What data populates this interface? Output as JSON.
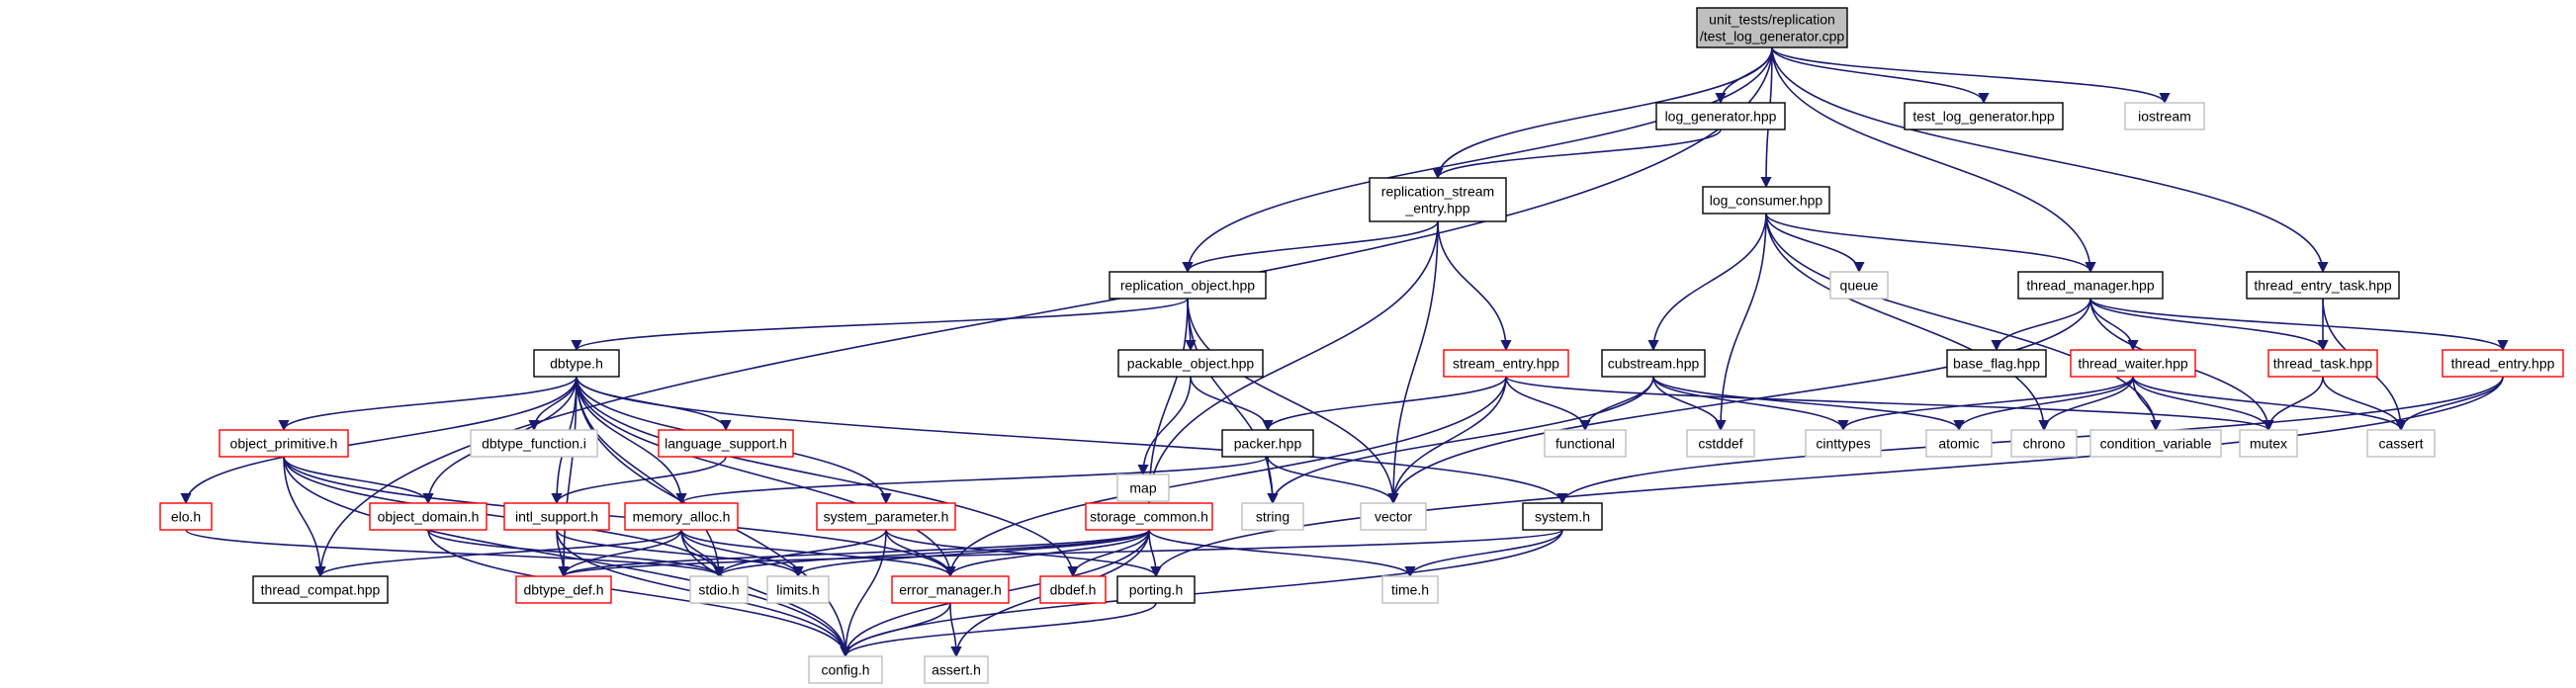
{
  "colors": {
    "edge": "#191970",
    "node_border_default": "#000000",
    "node_border_red": "#ff0000",
    "node_border_gray": "#bfbfbf",
    "node_fill_root": "#bfbfbf",
    "background": "#ffffff"
  },
  "nodes": [
    {
      "id": "root",
      "lines": [
        "unit_tests/replication",
        "/test_log_generator.cpp"
      ],
      "style": "root"
    },
    {
      "id": "log_generator_hpp",
      "lines": [
        "log_generator.hpp"
      ],
      "style": "black"
    },
    {
      "id": "test_log_generator_hpp",
      "lines": [
        "test_log_generator.hpp"
      ],
      "style": "black"
    },
    {
      "id": "iostream",
      "lines": [
        "iostream"
      ],
      "style": "gray"
    },
    {
      "id": "replication_stream_entry_hpp",
      "lines": [
        "replication_stream",
        "_entry.hpp"
      ],
      "style": "black"
    },
    {
      "id": "log_consumer_hpp",
      "lines": [
        "log_consumer.hpp"
      ],
      "style": "black"
    },
    {
      "id": "replication_object_hpp",
      "lines": [
        "replication_object.hpp"
      ],
      "style": "black"
    },
    {
      "id": "queue",
      "lines": [
        "queue"
      ],
      "style": "gray"
    },
    {
      "id": "thread_manager_hpp",
      "lines": [
        "thread_manager.hpp"
      ],
      "style": "black"
    },
    {
      "id": "thread_entry_task_hpp",
      "lines": [
        "thread_entry_task.hpp"
      ],
      "style": "black"
    },
    {
      "id": "dbtype_h",
      "lines": [
        "dbtype.h"
      ],
      "style": "black"
    },
    {
      "id": "packable_object_hpp",
      "lines": [
        "packable_object.hpp"
      ],
      "style": "black"
    },
    {
      "id": "stream_entry_hpp",
      "lines": [
        "stream_entry.hpp"
      ],
      "style": "red"
    },
    {
      "id": "cubstream_hpp",
      "lines": [
        "cubstream.hpp"
      ],
      "style": "black"
    },
    {
      "id": "base_flag_hpp",
      "lines": [
        "base_flag.hpp"
      ],
      "style": "black"
    },
    {
      "id": "thread_waiter_hpp",
      "lines": [
        "thread_waiter.hpp"
      ],
      "style": "red"
    },
    {
      "id": "thread_task_hpp",
      "lines": [
        "thread_task.hpp"
      ],
      "style": "red"
    },
    {
      "id": "thread_entry_hpp",
      "lines": [
        "thread_entry.hpp"
      ],
      "style": "red"
    },
    {
      "id": "object_primitive_h",
      "lines": [
        "object_primitive.h"
      ],
      "style": "red"
    },
    {
      "id": "dbtype_function_i",
      "lines": [
        "dbtype_function.i"
      ],
      "style": "gray"
    },
    {
      "id": "language_support_h",
      "lines": [
        "language_support.h"
      ],
      "style": "red"
    },
    {
      "id": "map",
      "lines": [
        "map"
      ],
      "style": "gray"
    },
    {
      "id": "packer_hpp",
      "lines": [
        "packer.hpp"
      ],
      "style": "black"
    },
    {
      "id": "functional",
      "lines": [
        "functional"
      ],
      "style": "gray"
    },
    {
      "id": "cstddef",
      "lines": [
        "cstddef"
      ],
      "style": "gray"
    },
    {
      "id": "cinttypes",
      "lines": [
        "cinttypes"
      ],
      "style": "gray"
    },
    {
      "id": "atomic",
      "lines": [
        "atomic"
      ],
      "style": "gray"
    },
    {
      "id": "chrono",
      "lines": [
        "chrono"
      ],
      "style": "gray"
    },
    {
      "id": "condition_variable",
      "lines": [
        "condition_variable"
      ],
      "style": "gray"
    },
    {
      "id": "mutex",
      "lines": [
        "mutex"
      ],
      "style": "gray"
    },
    {
      "id": "cassert",
      "lines": [
        "cassert"
      ],
      "style": "gray"
    },
    {
      "id": "elo_h",
      "lines": [
        "elo.h"
      ],
      "style": "red"
    },
    {
      "id": "object_domain_h",
      "lines": [
        "object_domain.h"
      ],
      "style": "red"
    },
    {
      "id": "intl_support_h",
      "lines": [
        "intl_support.h"
      ],
      "style": "red"
    },
    {
      "id": "memory_alloc_h",
      "lines": [
        "memory_alloc.h"
      ],
      "style": "red"
    },
    {
      "id": "system_parameter_h",
      "lines": [
        "system_parameter.h"
      ],
      "style": "red"
    },
    {
      "id": "storage_common_h",
      "lines": [
        "storage_common.h"
      ],
      "style": "red"
    },
    {
      "id": "string",
      "lines": [
        "string"
      ],
      "style": "gray"
    },
    {
      "id": "vector",
      "lines": [
        "vector"
      ],
      "style": "gray"
    },
    {
      "id": "system_h",
      "lines": [
        "system.h"
      ],
      "style": "black"
    },
    {
      "id": "thread_compat_hpp",
      "lines": [
        "thread_compat.hpp"
      ],
      "style": "black"
    },
    {
      "id": "dbtype_def_h",
      "lines": [
        "dbtype_def.h"
      ],
      "style": "red"
    },
    {
      "id": "stdio_h",
      "lines": [
        "stdio.h"
      ],
      "style": "gray"
    },
    {
      "id": "limits_h",
      "lines": [
        "limits.h"
      ],
      "style": "gray"
    },
    {
      "id": "error_manager_h",
      "lines": [
        "error_manager.h"
      ],
      "style": "red"
    },
    {
      "id": "dbdef_h",
      "lines": [
        "dbdef.h"
      ],
      "style": "red"
    },
    {
      "id": "porting_h",
      "lines": [
        "porting.h"
      ],
      "style": "black"
    },
    {
      "id": "time_h",
      "lines": [
        "time.h"
      ],
      "style": "gray"
    },
    {
      "id": "config_h",
      "lines": [
        "config.h"
      ],
      "style": "gray"
    },
    {
      "id": "assert_h",
      "lines": [
        "assert.h"
      ],
      "style": "gray"
    }
  ],
  "edges": [
    [
      "root",
      "log_generator_hpp"
    ],
    [
      "root",
      "test_log_generator_hpp"
    ],
    [
      "root",
      "iostream"
    ],
    [
      "root",
      "replication_stream_entry_hpp"
    ],
    [
      "root",
      "log_consumer_hpp"
    ],
    [
      "root",
      "replication_object_hpp"
    ],
    [
      "root",
      "thread_manager_hpp"
    ],
    [
      "root",
      "thread_entry_task_hpp"
    ],
    [
      "root",
      "thread_compat_hpp"
    ],
    [
      "log_generator_hpp",
      "replication_stream_entry_hpp"
    ],
    [
      "replication_stream_entry_hpp",
      "replication_object_hpp"
    ],
    [
      "replication_stream_entry_hpp",
      "stream_entry_hpp"
    ],
    [
      "replication_stream_entry_hpp",
      "storage_common_h"
    ],
    [
      "replication_stream_entry_hpp",
      "vector"
    ],
    [
      "log_consumer_hpp",
      "queue"
    ],
    [
      "log_consumer_hpp",
      "cubstream_hpp"
    ],
    [
      "log_consumer_hpp",
      "thread_manager_hpp"
    ],
    [
      "log_consumer_hpp",
      "cstddef"
    ],
    [
      "log_consumer_hpp",
      "chrono"
    ],
    [
      "log_consumer_hpp",
      "condition_variable"
    ],
    [
      "replication_object_hpp",
      "dbtype_h"
    ],
    [
      "replication_object_hpp",
      "packable_object_hpp"
    ],
    [
      "replication_object_hpp",
      "string"
    ],
    [
      "replication_object_hpp",
      "vector"
    ],
    [
      "replication_object_hpp",
      "storage_common_h"
    ],
    [
      "thread_manager_hpp",
      "base_flag_hpp"
    ],
    [
      "thread_manager_hpp",
      "thread_waiter_hpp"
    ],
    [
      "thread_manager_hpp",
      "thread_task_hpp"
    ],
    [
      "thread_manager_hpp",
      "thread_entry_hpp"
    ],
    [
      "thread_manager_hpp",
      "mutex"
    ],
    [
      "thread_manager_hpp",
      "vector"
    ],
    [
      "thread_entry_task_hpp",
      "thread_task_hpp"
    ],
    [
      "thread_entry_task_hpp",
      "cassert"
    ],
    [
      "dbtype_h",
      "object_primitive_h"
    ],
    [
      "dbtype_h",
      "dbtype_function_i"
    ],
    [
      "dbtype_h",
      "language_support_h"
    ],
    [
      "dbtype_h",
      "elo_h"
    ],
    [
      "dbtype_h",
      "object_domain_h"
    ],
    [
      "dbtype_h",
      "intl_support_h"
    ],
    [
      "dbtype_h",
      "memory_alloc_h"
    ],
    [
      "dbtype_h",
      "system_parameter_h"
    ],
    [
      "dbtype_h",
      "error_manager_h"
    ],
    [
      "dbtype_h",
      "dbdef_h"
    ],
    [
      "dbtype_h",
      "system_h"
    ],
    [
      "dbtype_h",
      "config_h"
    ],
    [
      "dbtype_h",
      "dbtype_def_h"
    ],
    [
      "dbtype_h",
      "stdio_h"
    ],
    [
      "packable_object_hpp",
      "map"
    ],
    [
      "packable_object_hpp",
      "packer_hpp"
    ],
    [
      "stream_entry_hpp",
      "packer_hpp"
    ],
    [
      "stream_entry_hpp",
      "functional"
    ],
    [
      "stream_entry_hpp",
      "vector"
    ],
    [
      "stream_entry_hpp",
      "mutex"
    ],
    [
      "stream_entry_hpp",
      "error_manager_h"
    ],
    [
      "cubstream_hpp",
      "functional"
    ],
    [
      "cubstream_hpp",
      "cstddef"
    ],
    [
      "cubstream_hpp",
      "cinttypes"
    ],
    [
      "cubstream_hpp",
      "atomic"
    ],
    [
      "cubstream_hpp",
      "string"
    ],
    [
      "thread_waiter_hpp",
      "atomic"
    ],
    [
      "thread_waiter_hpp",
      "chrono"
    ],
    [
      "thread_waiter_hpp",
      "condition_variable"
    ],
    [
      "thread_waiter_hpp",
      "mutex"
    ],
    [
      "thread_waiter_hpp",
      "cinttypes"
    ],
    [
      "thread_waiter_hpp",
      "cassert"
    ],
    [
      "thread_task_hpp",
      "mutex"
    ],
    [
      "thread_task_hpp",
      "cassert"
    ],
    [
      "thread_entry_hpp",
      "cassert"
    ],
    [
      "thread_entry_hpp",
      "system_h"
    ],
    [
      "thread_entry_hpp",
      "porting_h"
    ],
    [
      "object_primitive_h",
      "object_domain_h"
    ],
    [
      "object_primitive_h",
      "thread_compat_hpp"
    ],
    [
      "object_primitive_h",
      "error_manager_h"
    ],
    [
      "object_primitive_h",
      "stdio_h"
    ],
    [
      "object_primitive_h",
      "config_h"
    ],
    [
      "language_support_h",
      "intl_support_h"
    ],
    [
      "packer_hpp",
      "memory_alloc_h"
    ],
    [
      "packer_hpp",
      "string"
    ],
    [
      "packer_hpp",
      "vector"
    ],
    [
      "elo_h",
      "stdio_h"
    ],
    [
      "object_domain_h",
      "stdio_h"
    ],
    [
      "object_domain_h",
      "config_h"
    ],
    [
      "intl_support_h",
      "dbtype_def_h"
    ],
    [
      "intl_support_h",
      "config_h"
    ],
    [
      "intl_support_h",
      "limits_h"
    ],
    [
      "memory_alloc_h",
      "dbtype_def_h"
    ],
    [
      "memory_alloc_h",
      "stdio_h"
    ],
    [
      "memory_alloc_h",
      "limits_h"
    ],
    [
      "memory_alloc_h",
      "thread_compat_hpp"
    ],
    [
      "memory_alloc_h",
      "error_manager_h"
    ],
    [
      "memory_alloc_h",
      "config_h"
    ],
    [
      "system_parameter_h",
      "error_manager_h"
    ],
    [
      "system_parameter_h",
      "porting_h"
    ],
    [
      "system_parameter_h",
      "stdio_h"
    ],
    [
      "system_parameter_h",
      "config_h"
    ],
    [
      "storage_common_h",
      "dbtype_def_h"
    ],
    [
      "storage_common_h",
      "dbdef_h"
    ],
    [
      "storage_common_h",
      "porting_h"
    ],
    [
      "storage_common_h",
      "stdio_h"
    ],
    [
      "storage_common_h",
      "limits_h"
    ],
    [
      "storage_common_h",
      "error_manager_h"
    ],
    [
      "storage_common_h",
      "time_h"
    ],
    [
      "storage_common_h",
      "config_h"
    ],
    [
      "storage_common_h",
      "assert_h"
    ],
    [
      "system_h",
      "dbtype_def_h"
    ],
    [
      "system_h",
      "time_h"
    ],
    [
      "system_h",
      "config_h"
    ],
    [
      "error_manager_h",
      "config_h"
    ],
    [
      "error_manager_h",
      "assert_h"
    ],
    [
      "porting_h",
      "config_h"
    ]
  ]
}
